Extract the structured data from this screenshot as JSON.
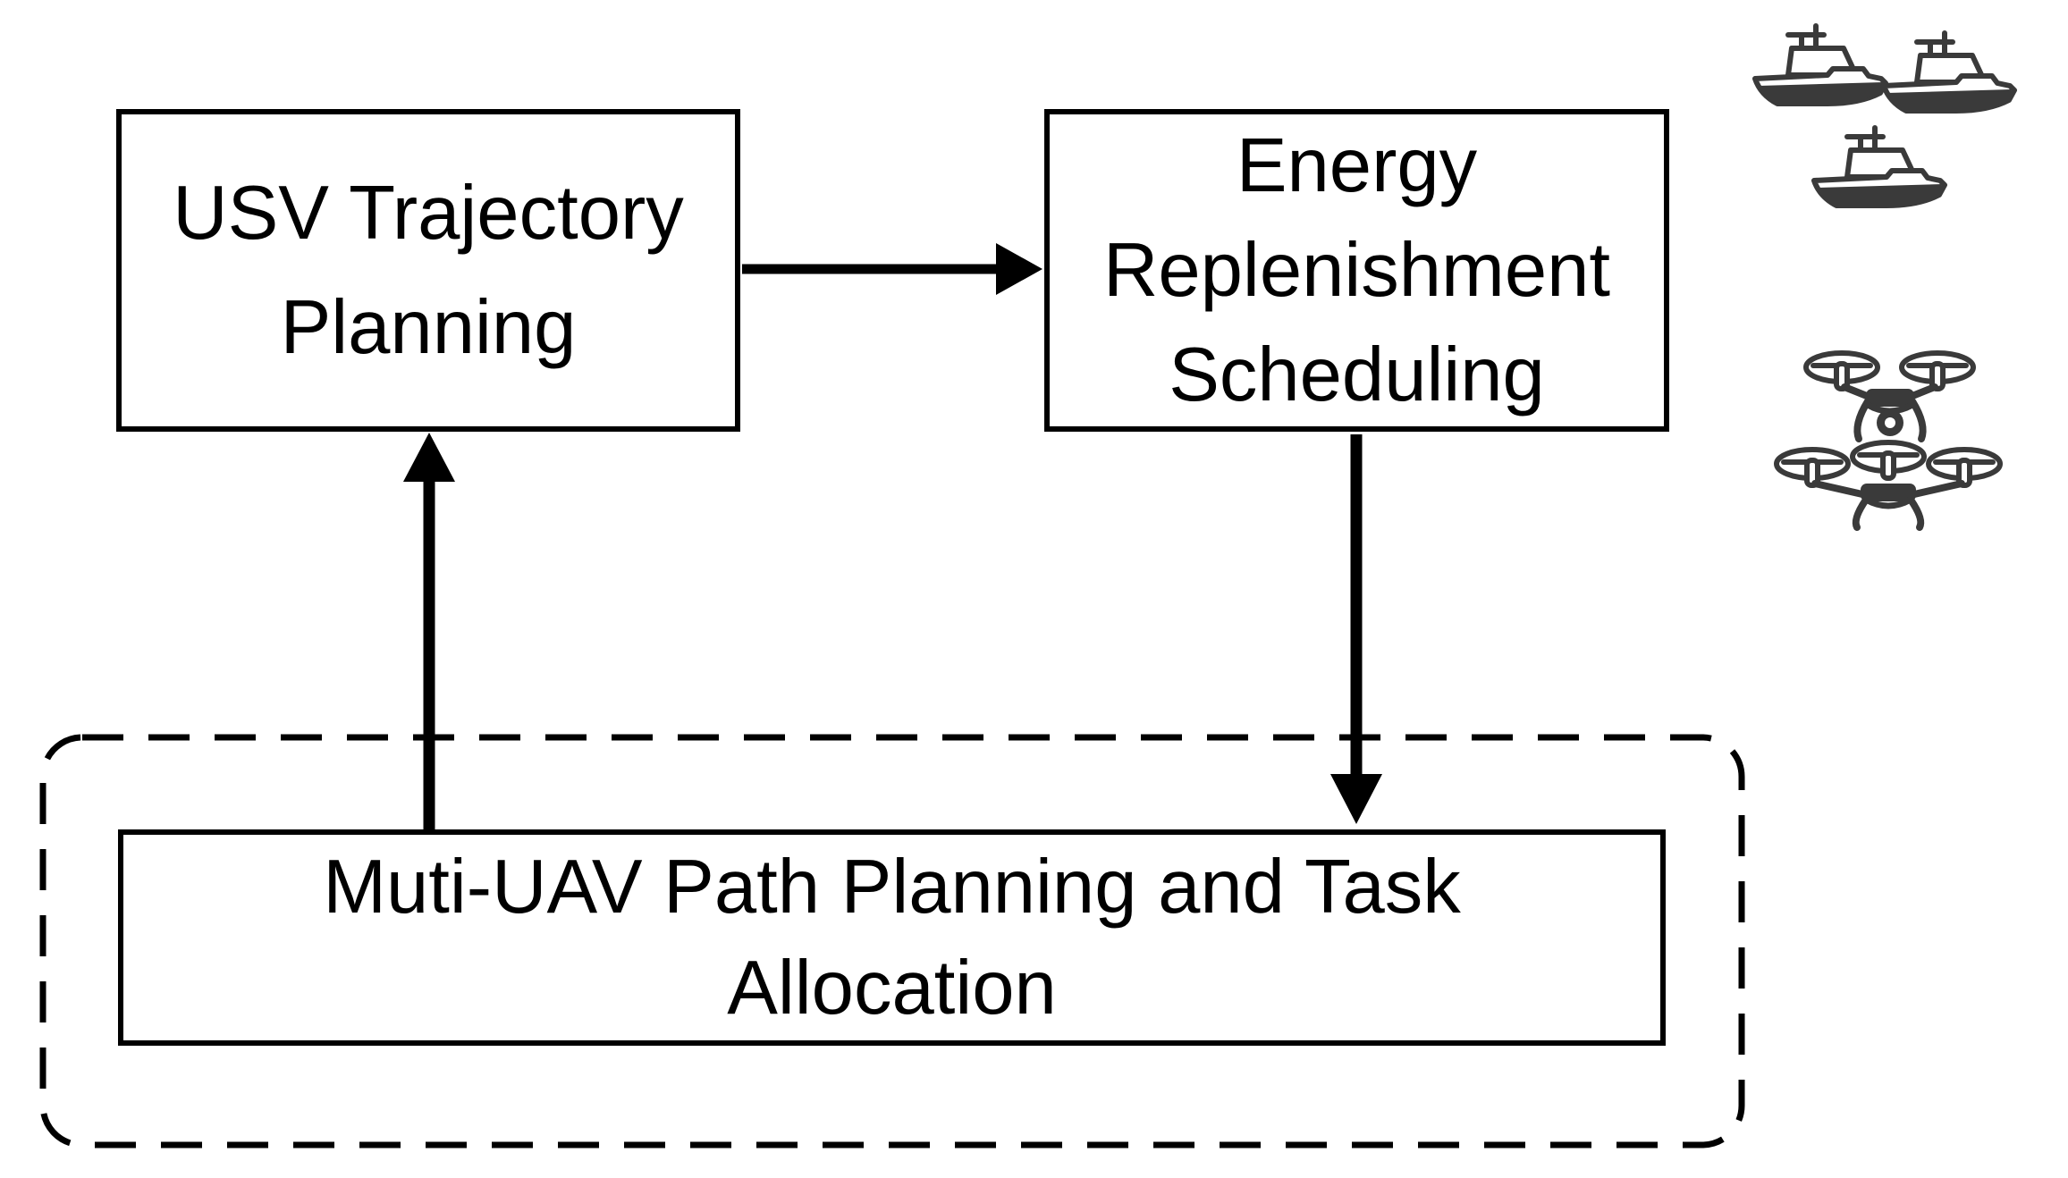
{
  "background": "#ffffff",
  "colors": {
    "line": "#000000",
    "box_fill": "#ffffff",
    "icon": "#3a3a3a"
  },
  "boxes": {
    "usv": {
      "lines": [
        "USV Trajectory",
        "Planning"
      ]
    },
    "energy": {
      "lines": [
        "Energy",
        "Replenishment",
        "Scheduling"
      ]
    },
    "uav": {
      "lines": [
        "Muti-UAV Path Planning and Task",
        "Allocation"
      ]
    }
  },
  "arrows": [
    {
      "from": "usv-trajectory-planning",
      "to": "energy-replenishment-scheduling",
      "direction": "right"
    },
    {
      "from": "energy-replenishment-scheduling",
      "to": "multi-uav-path-planning",
      "direction": "down"
    },
    {
      "from": "multi-uav-path-planning",
      "to": "usv-trajectory-planning",
      "direction": "up"
    }
  ],
  "icons": {
    "ships": {
      "name": "usv-fleet",
      "count": 3
    },
    "drones": {
      "name": "uav-fleet",
      "count": 2
    }
  }
}
